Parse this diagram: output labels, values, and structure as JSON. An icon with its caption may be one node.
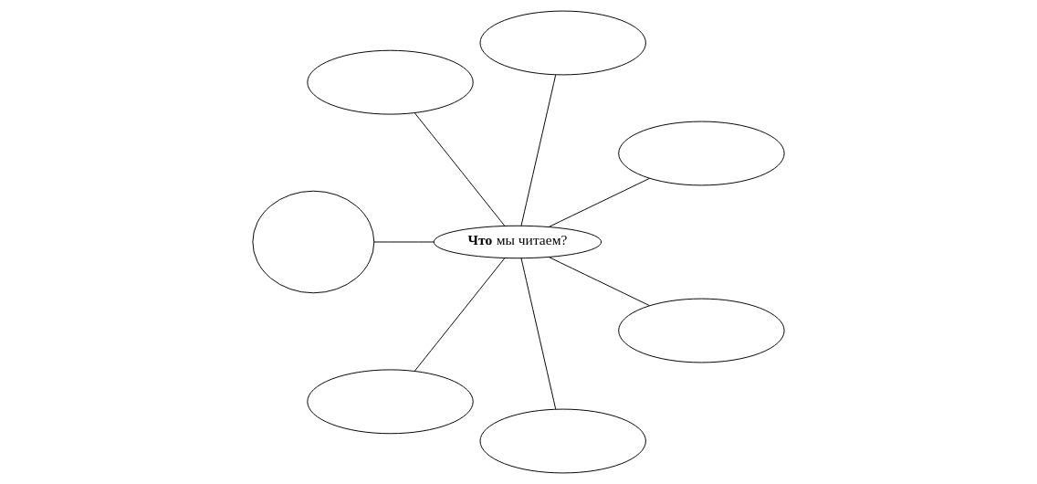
{
  "diagram": {
    "nodes": [
      {
        "text": [],
        "shape": "ellipse"
      },
      {
        "text": [],
        "shape": "ellipse"
      },
      {
        "text": [],
        "shape": "ellipse"
      },
      {
        "text": [
          "**Что** мы читаем?"
        ]
      },
      {
        "text": [],
        "shape": "circle"
      },
      {
        "text": [],
        "shape": "ellipse"
      },
      {
        "text": [],
        "shape": "ellipse"
      },
      {
        "text": [],
        "shape": "ellipse"
      }
    ],
    "edges": [
      {
        "from": 3,
        "to": 0,
        "arrow": "none"
      },
      {
        "from": 3,
        "to": 1,
        "arrow": "none"
      },
      {
        "from": 3,
        "to": 2,
        "arrow": "none"
      },
      {
        "from": 3,
        "to": 4,
        "arrow": "none"
      },
      {
        "from": 3,
        "to": 5,
        "arrow": "none"
      },
      {
        "from": 3,
        "to": 6,
        "arrow": "none"
      },
      {
        "from": 3,
        "to": 7,
        "arrow": "none"
      }
    ]
  }
}
